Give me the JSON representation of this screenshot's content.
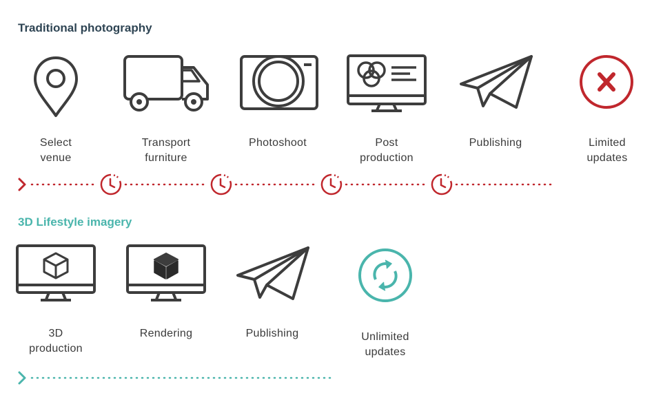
{
  "colors": {
    "dark": "#3d3d3d",
    "red": "#c0272d",
    "teal": "#4ab5ac",
    "title_dark": "#2f4554"
  },
  "traditional": {
    "title": "Traditional photography",
    "steps": [
      {
        "icon": "location-pin-icon",
        "line1": "Select",
        "line2": "venue"
      },
      {
        "icon": "truck-icon",
        "line1": "Transport",
        "line2": "furniture"
      },
      {
        "icon": "camera-icon",
        "line1": "Photoshoot",
        "line2": ""
      },
      {
        "icon": "monitor-color-circles-icon",
        "line1": "Post",
        "line2": "production"
      },
      {
        "icon": "paper-plane-icon",
        "line1": "Publishing",
        "line2": ""
      },
      {
        "icon": "x-circle-icon",
        "line1": "Limited",
        "line2": "updates"
      }
    ]
  },
  "lifestyle": {
    "title": "3D Lifestyle imagery",
    "steps": [
      {
        "icon": "monitor-cube-outline-icon",
        "line1": "3D",
        "line2": "production"
      },
      {
        "icon": "monitor-cube-solid-icon",
        "line1": "Rendering",
        "line2": ""
      },
      {
        "icon": "paper-plane-icon",
        "line1": "Publishing",
        "line2": ""
      },
      {
        "icon": "refresh-cycle-icon",
        "line1": "Unlimited",
        "line2": "updates"
      }
    ]
  }
}
